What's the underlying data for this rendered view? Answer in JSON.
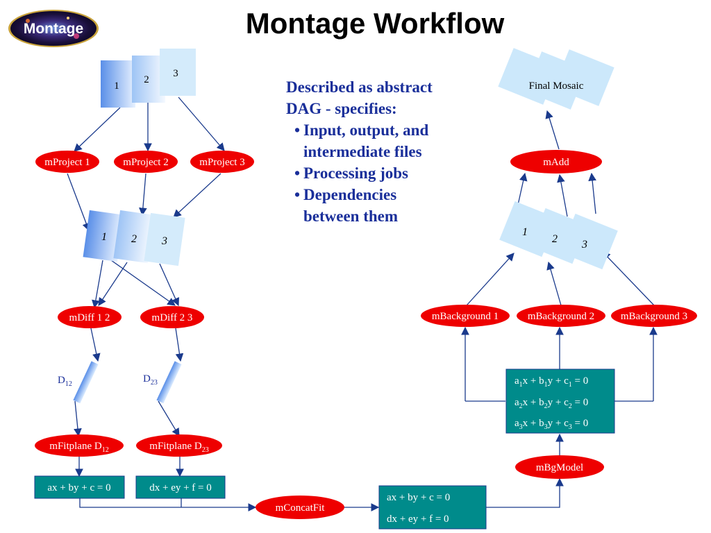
{
  "title": "Montage Workflow",
  "logo": {
    "text": "Montage"
  },
  "description": {
    "lines": [
      "Described as abstract",
      "DAG - specifies:"
    ],
    "bullets": [
      [
        "Input, output, and",
        "intermediate files"
      ],
      [
        "Processing jobs"
      ],
      [
        "Dependencies",
        "between them"
      ]
    ]
  },
  "nodes": {
    "mproject1": "mProject 1",
    "mproject2": "mProject 2",
    "mproject3": "mProject 3",
    "mdiff12": "mDiff 1 2",
    "mdiff23": "mDiff 2 3",
    "mfitplane12": {
      "text": "mFitplane D",
      "sub": "12"
    },
    "mfitplane23": {
      "text": "mFitplane D",
      "sub": "23"
    },
    "mconcatfit": "mConcatFit",
    "mbgmodel": "mBgModel",
    "mbackground1": "mBackground 1",
    "mbackground2": "mBackground 2",
    "mbackground3": "mBackground 3",
    "madd": "mAdd"
  },
  "files": {
    "input": [
      "1",
      "2",
      "3"
    ],
    "projected": [
      "1",
      "2",
      "3"
    ],
    "diff12": {
      "text": "D",
      "sub": "12"
    },
    "diff23": {
      "text": "D",
      "sub": "23"
    },
    "background": [
      "1",
      "2",
      "3"
    ],
    "final": "Final Mosaic"
  },
  "equations": {
    "plane12": "ax + by + c = 0",
    "plane23": "dx + ey + f = 0",
    "concat": [
      "ax + by + c = 0",
      "dx + ey + f = 0"
    ],
    "model": [
      {
        "a": "a",
        "as": "1",
        "b": "x + b",
        "bs": "1",
        "c": "y + c",
        "cs": "1",
        "tail": " = 0"
      },
      {
        "a": "a",
        "as": "2",
        "b": "x + b",
        "bs": "2",
        "c": "y + c",
        "cs": "2",
        "tail": " = 0"
      },
      {
        "a": "a",
        "as": "3",
        "b": "x + b",
        "bs": "3",
        "c": "y + c",
        "cs": "3",
        "tail": " = 0"
      }
    ]
  },
  "colors": {
    "job": "#ee0000",
    "eqbox": "#008b8b",
    "edge": "#1a3a8c",
    "file": "#cce8fb",
    "text_blue": "#1a2f9a"
  }
}
